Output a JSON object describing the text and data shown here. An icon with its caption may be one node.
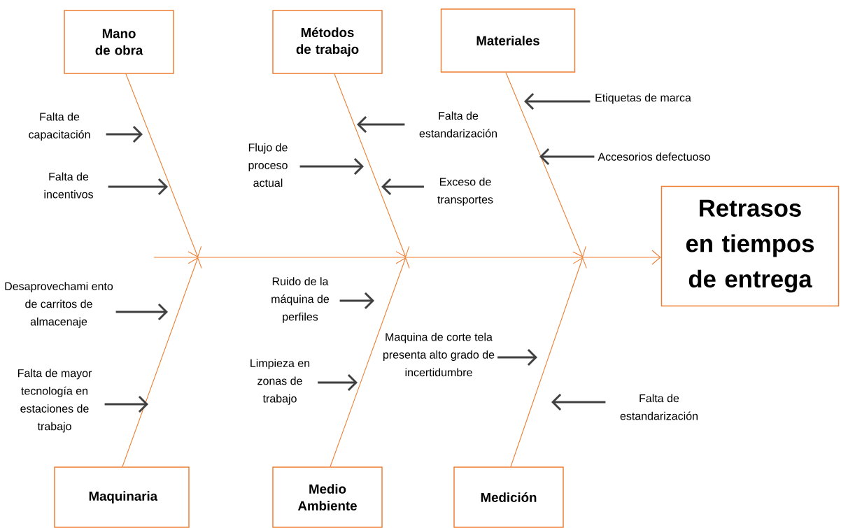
{
  "diagram": {
    "nodes": [
      {
        "text": [
          "Mano de obra"
        ]
      },
      {
        "text": [
          "Métodos de trabajo"
        ]
      },
      {
        "text": [
          "Materiales"
        ]
      },
      {
        "text": [
          "Retrasos en tiempos de entrega"
        ]
      },
      {
        "text": [
          "Maquinaria"
        ]
      },
      {
        "text": [
          "Medio Ambiente"
        ]
      },
      {
        "text": [
          "Medición"
        ]
      },
      {
        "text": [
          "Falta de capacitación"
        ]
      },
      {
        "text": [
          "Falta de incentivos"
        ]
      },
      {
        "text": [
          "Flujo de proceso actual"
        ]
      },
      {
        "text": [
          "Falta de estandarización"
        ]
      },
      {
        "text": [
          "Exceso de transportes"
        ]
      },
      {
        "text": [
          "Etiquetas de marca"
        ]
      },
      {
        "text": [
          "Accesorios defectuoso"
        ]
      },
      {
        "text": [
          "Desaprovechami ento de carritos de almacenaje"
        ]
      },
      {
        "text": [
          "Falta de mayor tecnología en estaciones de trabajo"
        ]
      },
      {
        "text": [
          "Ruido de la máquina de perfiles"
        ]
      },
      {
        "text": [
          "Limpieza en zonas de trabajo"
        ]
      },
      {
        "text": [
          "Maquina de corte tela presenta alto grado de incertidumbre"
        ]
      },
      {
        "text": [
          "Falta de estandarización"
        ]
      }
    ],
    "edges": [
      {
        "from": 0,
        "to": null,
        "arrow": "to",
        "color": "#ed7d31"
      },
      {
        "from": 1,
        "to": null,
        "arrow": "to",
        "color": "#ed7d31"
      },
      {
        "from": 2,
        "to": null,
        "arrow": "to",
        "color": "#ed7d31"
      },
      {
        "from": 4,
        "to": null,
        "arrow": "to",
        "color": "#ed7d31"
      },
      {
        "from": 5,
        "to": null,
        "arrow": "to",
        "color": "#ed7d31"
      },
      {
        "from": 6,
        "to": null,
        "arrow": "to",
        "color": "#ed7d31"
      },
      {
        "from": null,
        "to": 3,
        "arrow": "to",
        "color": "#ed7d31"
      },
      {
        "from": 7,
        "to": null,
        "arrow": "to"
      },
      {
        "from": 8,
        "to": null,
        "arrow": "to"
      },
      {
        "from": 9,
        "to": null,
        "arrow": "to"
      },
      {
        "from": 10,
        "to": null,
        "arrow": "to"
      },
      {
        "from": 11,
        "to": null,
        "arrow": "to"
      },
      {
        "from": 12,
        "to": null,
        "arrow": "to"
      },
      {
        "from": 13,
        "to": null,
        "arrow": "to"
      },
      {
        "from": 14,
        "to": null,
        "arrow": "to"
      },
      {
        "from": 15,
        "to": null,
        "arrow": "to"
      },
      {
        "from": 16,
        "to": null,
        "arrow": "to"
      },
      {
        "from": 17,
        "to": null,
        "arrow": "to"
      },
      {
        "from": 18,
        "to": null,
        "arrow": "to"
      },
      {
        "from": 19,
        "to": null,
        "arrow": "to"
      }
    ]
  }
}
